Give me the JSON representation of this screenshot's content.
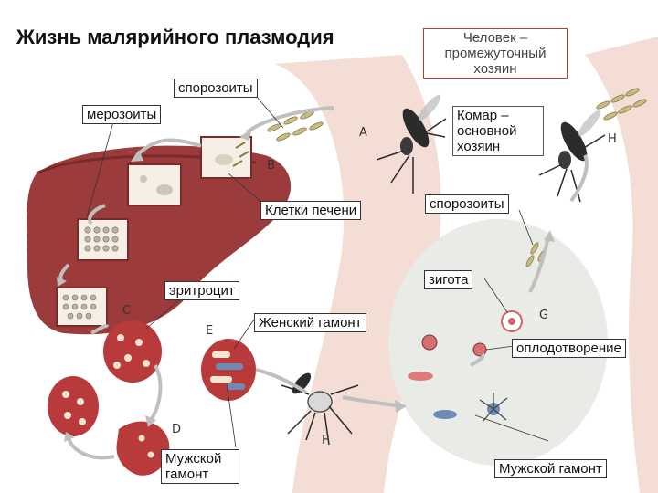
{
  "title": "Жизнь малярийного плазмодия",
  "labels": {
    "human_host": "Человек – промежуточный хозяин",
    "mosquito_host": "Комар – основной хозяин",
    "sporozoites_top": "спорозоиты",
    "merozoites": "мерозоиты",
    "liver_cells": "Клетки печени",
    "sporozoites_right": "спорозоиты",
    "zygote": "зигота",
    "erythrocyte": "эритроцит",
    "female_gamont": "Женский гамонт",
    "fertilization": "оплодотворение",
    "male_gamont_left": "Мужской гамонт",
    "male_gamont_right": "Мужской гамонт"
  },
  "stage_letters": {
    "A": "A",
    "B": "B",
    "C": "C",
    "D": "D",
    "E": "E",
    "F": "F",
    "G": "G",
    "H": "H"
  },
  "colors": {
    "liver": "#9b3b3b",
    "liver_dark": "#7a2a2a",
    "blood_cell": "#b83a3a",
    "skin": "#f3ddd4",
    "mosquito_gut": "#e9ece6",
    "arrow": "#bfbfbf",
    "annotation_border": "#c0392b"
  }
}
